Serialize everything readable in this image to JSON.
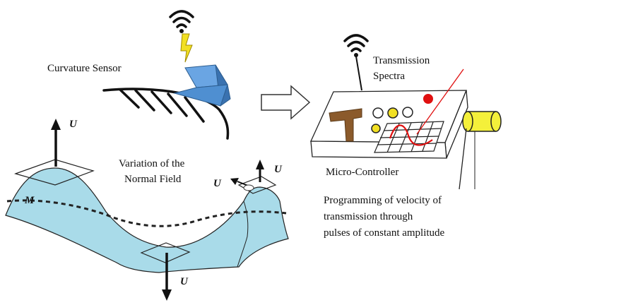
{
  "labels": {
    "curvature_sensor": "Curvature Sensor",
    "variation_line1": "Variation of the",
    "variation_line2": "Normal Field",
    "transmission_line1": "Transmission",
    "transmission_line2": "Spectra",
    "micro_controller": "Micro-Controller",
    "programming_line1": "Programming of velocity of",
    "programming_line2": "transmission through",
    "programming_line3": "pulses of constant amplitude",
    "surface_name": "M",
    "vector_u": "U"
  },
  "icons": [
    "wifi-icon",
    "lightning-icon",
    "arrow-right-icon",
    "wifi-icon"
  ],
  "colors": {
    "surface_fill": "#a9dbe9",
    "sensor_cube": "#4f8fd1",
    "lightning": "#f2e024",
    "cylinder": "#f4f03a",
    "signal_line": "#e01010",
    "led_red": "#e01010",
    "led_yellow": "#f2e024"
  }
}
